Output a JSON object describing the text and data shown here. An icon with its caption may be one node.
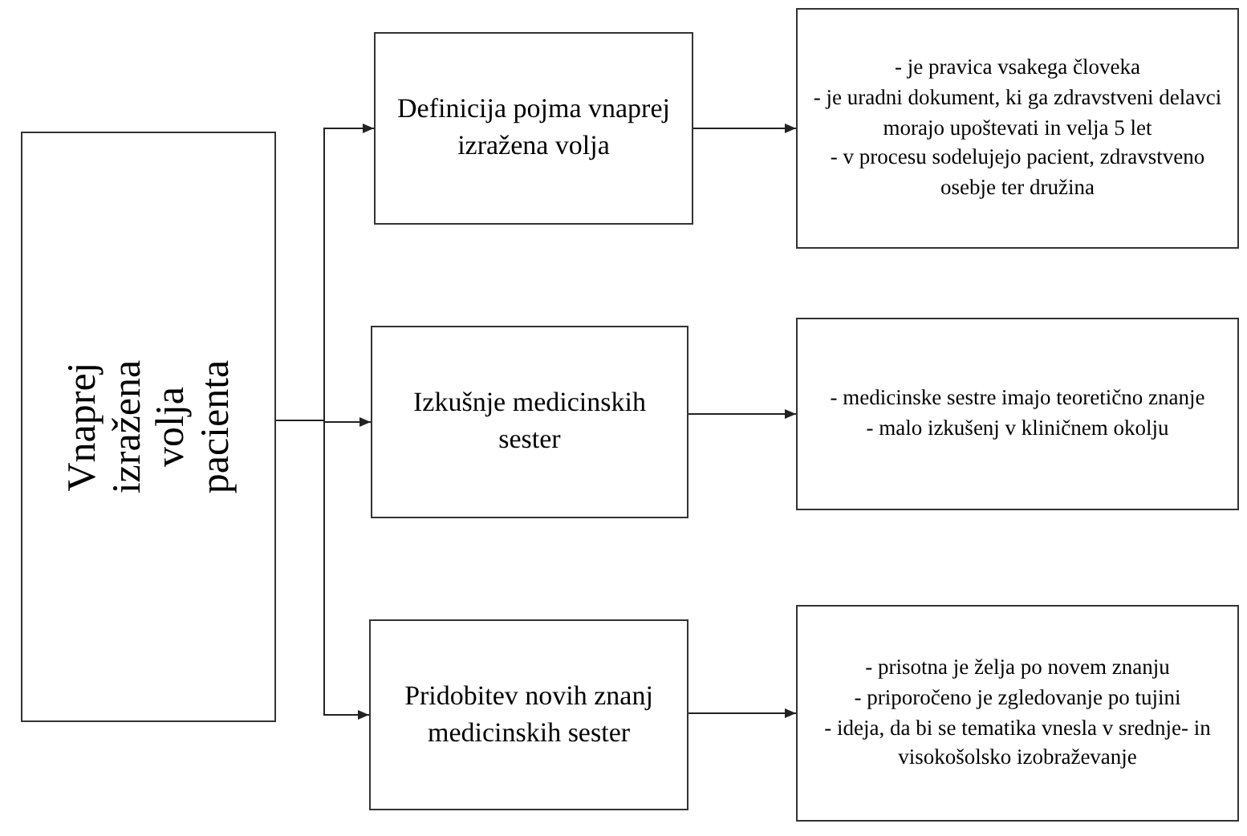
{
  "diagram": {
    "nodes": [
      {
        "text": [
          "Vnaprej izražena volja pacienta"
        ]
      },
      {
        "text": [
          "Definicija pojma vnaprej izražena volja"
        ]
      },
      {
        "text": [
          "Izkušnje medicinskih sester"
        ]
      },
      {
        "text": [
          "Pridobitev novih znanj medicinskih sester"
        ]
      },
      {
        "text": [
          "- je pravica vsakega človeka",
          "- je uradni dokument, ki ga zdravstveni delavci morajo upoštevati in velja 5 let",
          "- v procesu sodelujejo pacient, zdravstveno osebje ter družina"
        ]
      },
      {
        "text": [
          "- medicinske sestre imajo teoretično znanje",
          "- malo izkušenj v kliničnem okolju"
        ]
      },
      {
        "text": [
          "- prisotna je želja po novem znanju",
          "- priporočeno je zgledovanje po tujini",
          "- ideja, da bi se tematika vnesla v srednje- in visokošolsko izobraževanje"
        ]
      }
    ],
    "edges": [
      {
        "from": 0,
        "to": 1,
        "arrow": "to"
      },
      {
        "from": 0,
        "to": 2,
        "arrow": "to"
      },
      {
        "from": 0,
        "to": 3,
        "arrow": "to"
      },
      {
        "from": 1,
        "to": 4,
        "arrow": "to"
      },
      {
        "from": 2,
        "to": 5,
        "arrow": "to"
      },
      {
        "from": 3,
        "to": 6,
        "arrow": "to"
      }
    ]
  }
}
